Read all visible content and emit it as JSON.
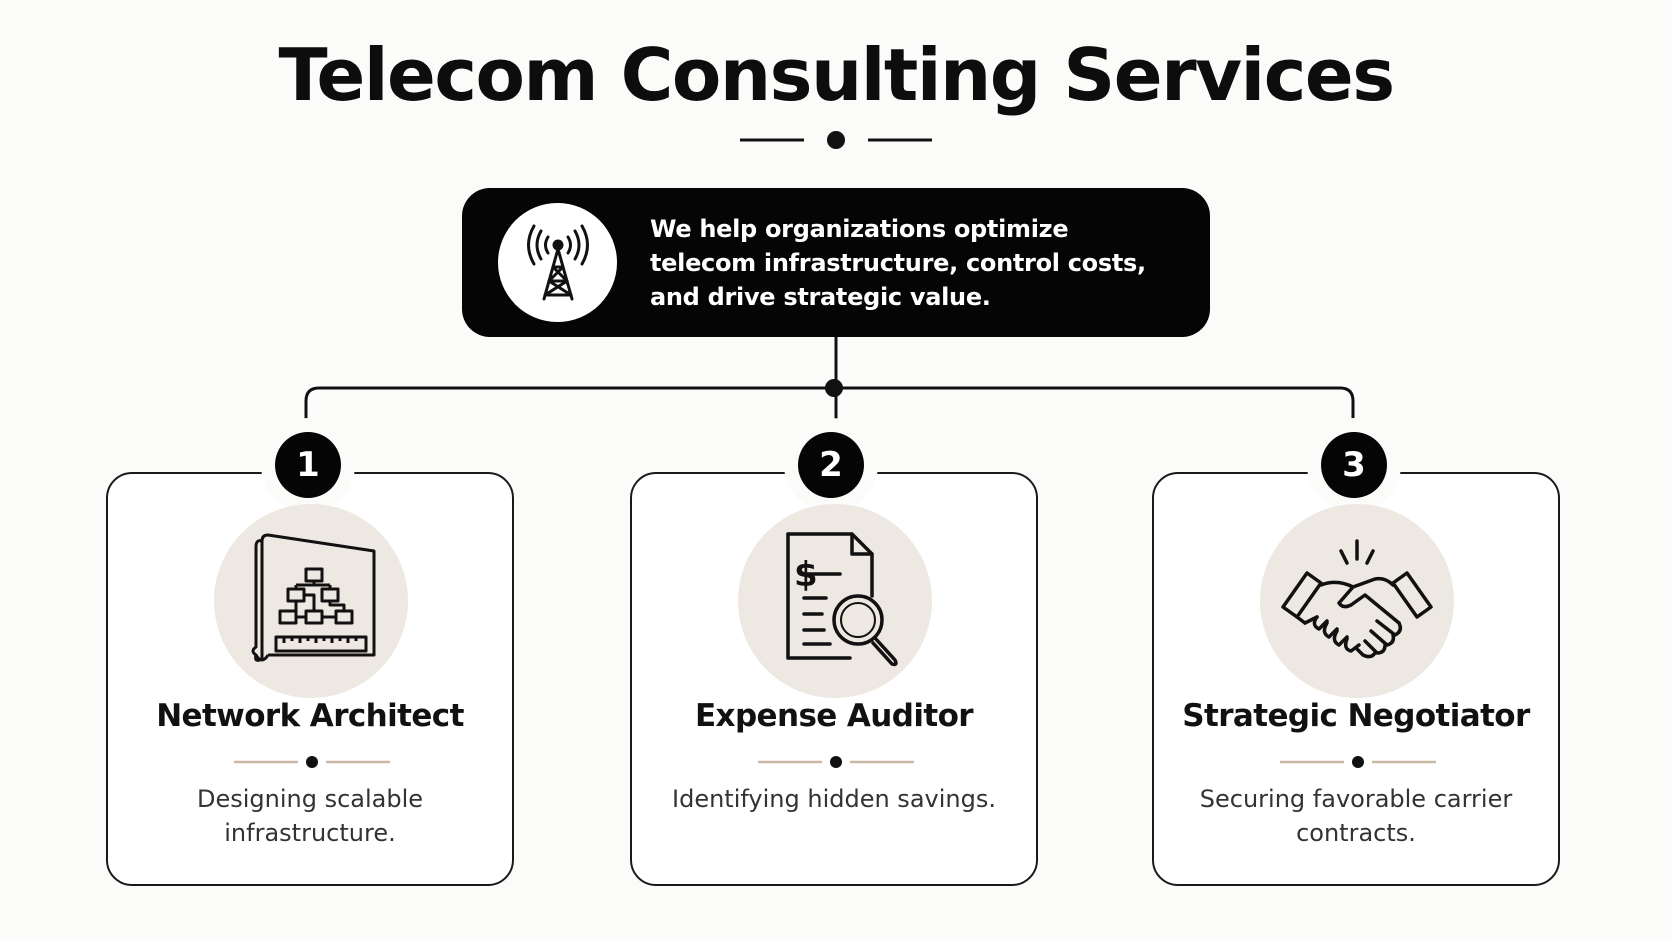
{
  "title": "Telecom Consulting Services",
  "intro": {
    "text": "We help organizations optimize telecom infrastructure, control costs, and drive strategic value.",
    "icon": "cell-tower-icon"
  },
  "services": [
    {
      "number": "1",
      "title": "Network Architect",
      "description": "Designing scalable infrastructure.",
      "icon": "blueprint-network-icon"
    },
    {
      "number": "2",
      "title": "Expense Auditor",
      "description": "Identifying hidden savings.",
      "icon": "invoice-magnifier-icon"
    },
    {
      "number": "3",
      "title": "Strategic Negotiator",
      "description": "Securing favorable carrier contracts.",
      "icon": "handshake-icon"
    }
  ],
  "colors": {
    "background": "#fbfbfa",
    "dark": "#050505",
    "icon_circle": "#ede8e1",
    "accent_line": "#c9b8a3"
  }
}
